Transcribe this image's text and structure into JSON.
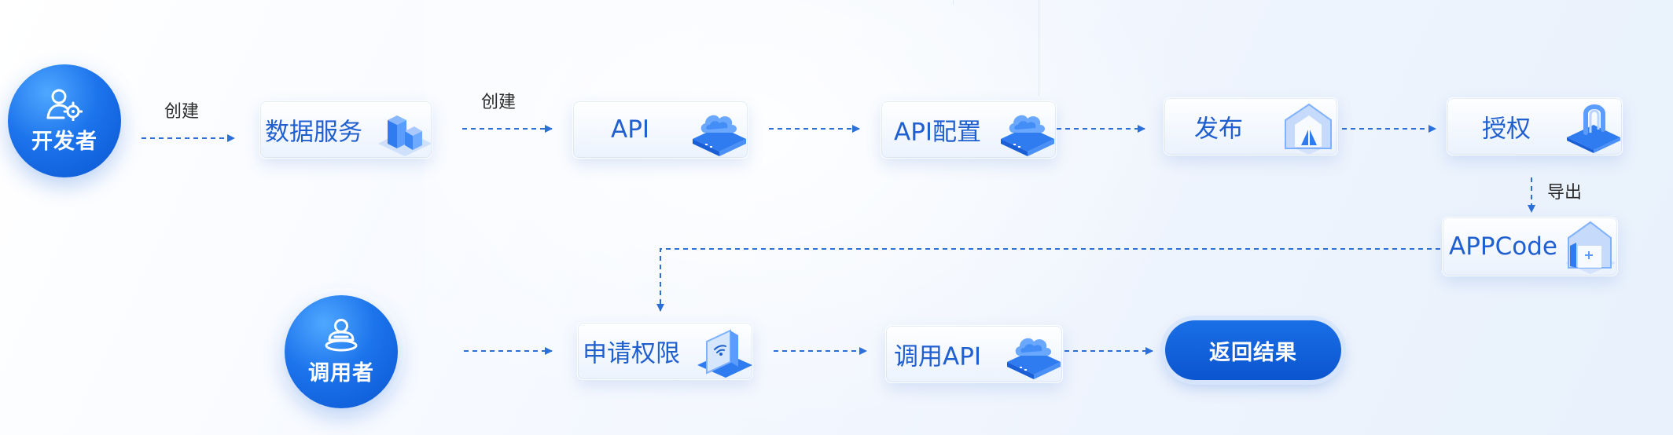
{
  "roles": {
    "developer": "开发者",
    "caller": "调用者"
  },
  "edge_labels": {
    "create_1": "创建",
    "create_2": "创建",
    "export": "导出"
  },
  "nodes": {
    "data_service": "数据服务",
    "api": "API",
    "api_config": "API配置",
    "publish": "发布",
    "authorize": "授权",
    "appcode": "APPCode",
    "apply_permission": "申请权限",
    "call_api": "调用API",
    "return_result": "返回结果"
  },
  "colors": {
    "primary": "#1a6fe6",
    "dark_primary": "#0b55cf",
    "label_blue": "#1f5fd0",
    "arrow": "#2d6fd8"
  }
}
